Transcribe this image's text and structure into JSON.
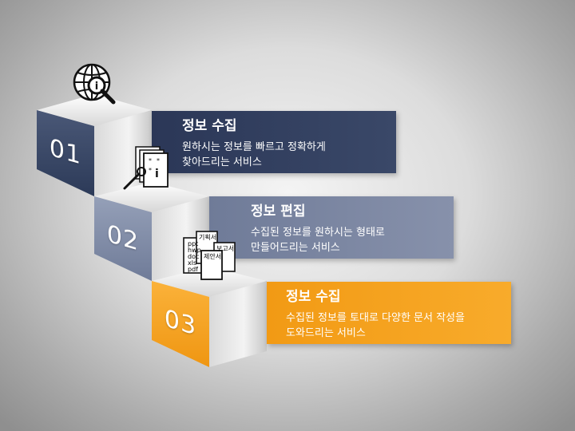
{
  "steps": [
    {
      "number": "01",
      "title": "정보 수집",
      "description": "원하시는 정보를 빠르고 정확하게\n찾아드리는 서비스",
      "color": "#2f3d5c",
      "icon": "globe-magnifier-icon"
    },
    {
      "number": "02",
      "title": "정보 편집",
      "description": "수집된 정보를 원하시는 형태로\n만들어드리는 서비스",
      "color": "#7a86a3",
      "icon": "documents-magnifier-icon"
    },
    {
      "number": "03",
      "title": "정보 수집",
      "description": "수집된 정보를 토대로 다양한 문서 작성을\n도와드리는 서비스",
      "color": "#f6a21f",
      "icon": "document-stack-icon"
    }
  ],
  "doc_icon_labels": {
    "formats": [
      "ppt",
      "hwp",
      "doc",
      "xls",
      "pdf"
    ],
    "plan": "기획서",
    "report": "보고서",
    "proposal": "제안서"
  }
}
